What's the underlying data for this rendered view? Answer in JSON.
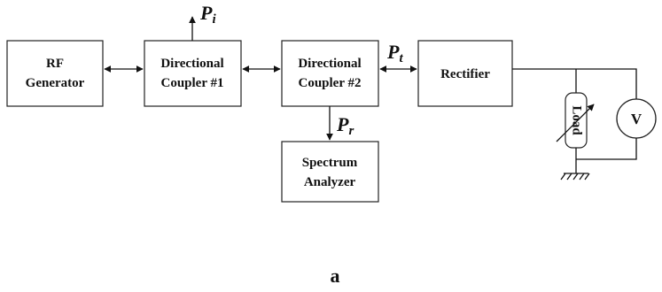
{
  "blocks": {
    "rf_generator": [
      "RF",
      "Generator"
    ],
    "coupler1": [
      "Directional",
      "Coupler #1"
    ],
    "coupler2": [
      "Directional",
      "Coupler #2"
    ],
    "rectifier": [
      "Rectifier"
    ],
    "spectrum_analyzer": [
      "Spectrum",
      "Analyzer"
    ]
  },
  "signals": {
    "incident": {
      "symbol": "P",
      "sub": "i"
    },
    "transmitted": {
      "symbol": "P",
      "sub": "t"
    },
    "reflected": {
      "symbol": "P",
      "sub": "r"
    }
  },
  "components": {
    "load": "Load",
    "voltmeter": "V"
  },
  "caption": "a"
}
